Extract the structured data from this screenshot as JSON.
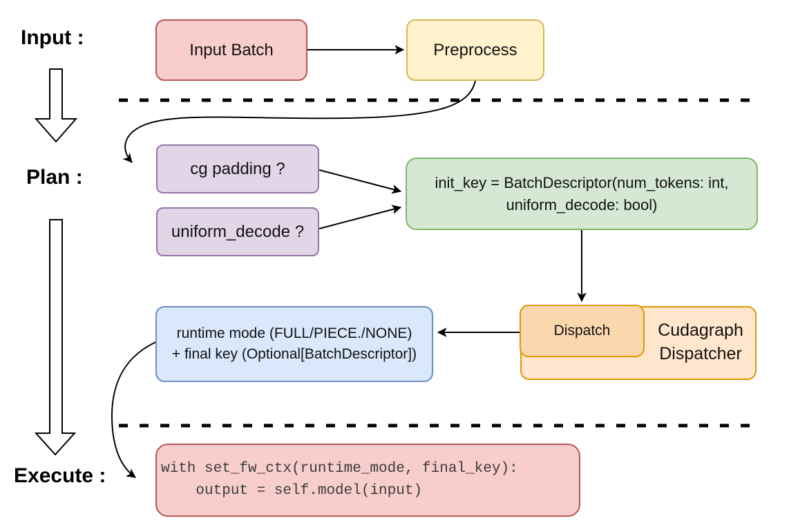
{
  "stages": {
    "input_label": "Input :",
    "plan_label": "Plan :",
    "execute_label": "Execute :"
  },
  "nodes": {
    "input_batch": "Input Batch",
    "preprocess": "Preprocess",
    "cg_padding": "cg padding ?",
    "uniform_decode": "uniform_decode ?",
    "init_key_line1": "init_key = BatchDescriptor(num_tokens: int,",
    "init_key_line2": "uniform_decode: bool)",
    "runtime_line1": "runtime mode (FULL/PIECE./NONE)",
    "runtime_line2": "+ final key (Optional[BatchDescriptor])",
    "dispatch": "Dispatch",
    "cudagraph_dispatcher": "Cudagraph Dispatcher",
    "code_line1": "with set_fw_ctx(runtime_mode, final_key):",
    "code_line2": "    output = self.model(input)"
  },
  "colors": {
    "red_fill": "#f8cecc",
    "red_stroke": "#b85450",
    "yellow_fill": "#fff2cc",
    "yellow_stroke": "#d6b656",
    "purple_fill": "#e1d5e7",
    "purple_stroke": "#9673a6",
    "green_fill": "#d5e8d4",
    "green_stroke": "#82b366",
    "blue_fill": "#dae8fc",
    "blue_stroke": "#6c8ebf",
    "orange_light_fill": "#ffe6cc",
    "orange_deep_fill": "#fad7ac",
    "orange_stroke": "#d79b00",
    "connector": "#000000",
    "background": "#ffffff"
  }
}
